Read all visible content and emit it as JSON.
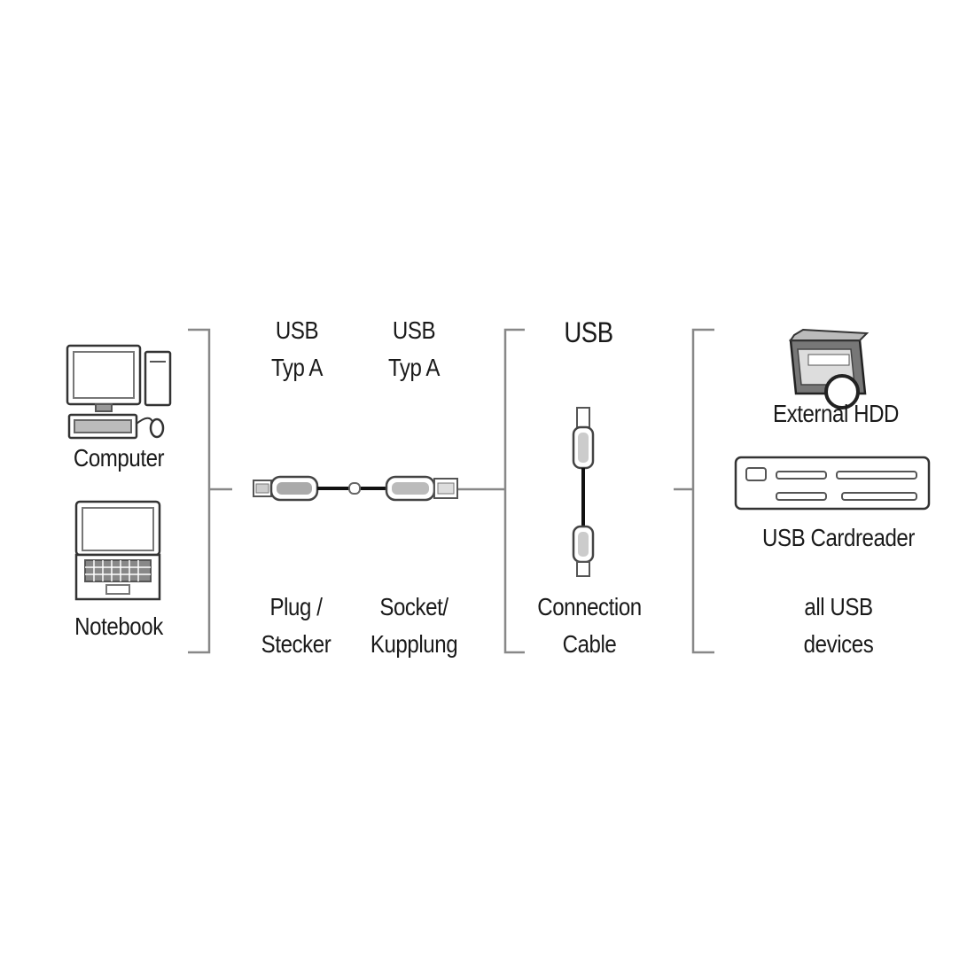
{
  "hosts": {
    "computer": "Computer",
    "notebook": "Notebook"
  },
  "cable_ends": {
    "left_top_1": "USB",
    "left_top_2": "Typ A",
    "right_top_1": "USB",
    "right_top_2": "Typ A",
    "left_bottom_1": "Plug /",
    "left_bottom_2": "Stecker",
    "right_bottom_1": "Socket/",
    "right_bottom_2": "Kupplung"
  },
  "connection": {
    "top": "USB",
    "bottom_1": "Connection",
    "bottom_2": "Cable"
  },
  "devices": {
    "hdd": "External HDD",
    "cardreader": "USB Cardreader",
    "all_1": "all USB",
    "all_2": "devices"
  },
  "icons": [
    "desktop-computer-icon",
    "notebook-icon",
    "usb-extension-cable-icon",
    "usb-connection-cable-icon",
    "external-hdd-icon",
    "card-reader-icon"
  ]
}
